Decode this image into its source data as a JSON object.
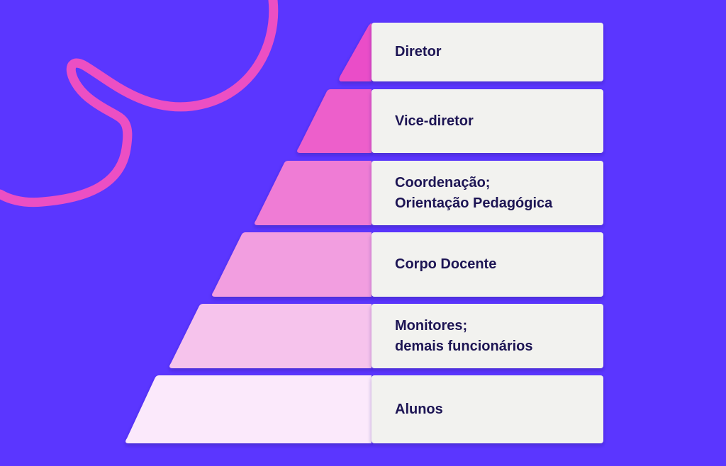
{
  "colors": {
    "background": "#5b36ff",
    "card": "#f2f2ef",
    "text": "#1d1554",
    "swirl": "#ec4fc3"
  },
  "tiers": [
    {
      "label": "Diretor",
      "color": "#ea4ec8"
    },
    {
      "label": "Vice-diretor",
      "color": "#ed5ecb"
    },
    {
      "label": "Coordenação;\nOrientação Pedagógica",
      "color": "#ef7bd5"
    },
    {
      "label": "Corpo Docente",
      "color": "#f29ee0"
    },
    {
      "label": "Monitores;\ndemais funcionários",
      "color": "#f6c3ec"
    },
    {
      "label": "Alunos",
      "color": "#fbe9fb"
    }
  ]
}
